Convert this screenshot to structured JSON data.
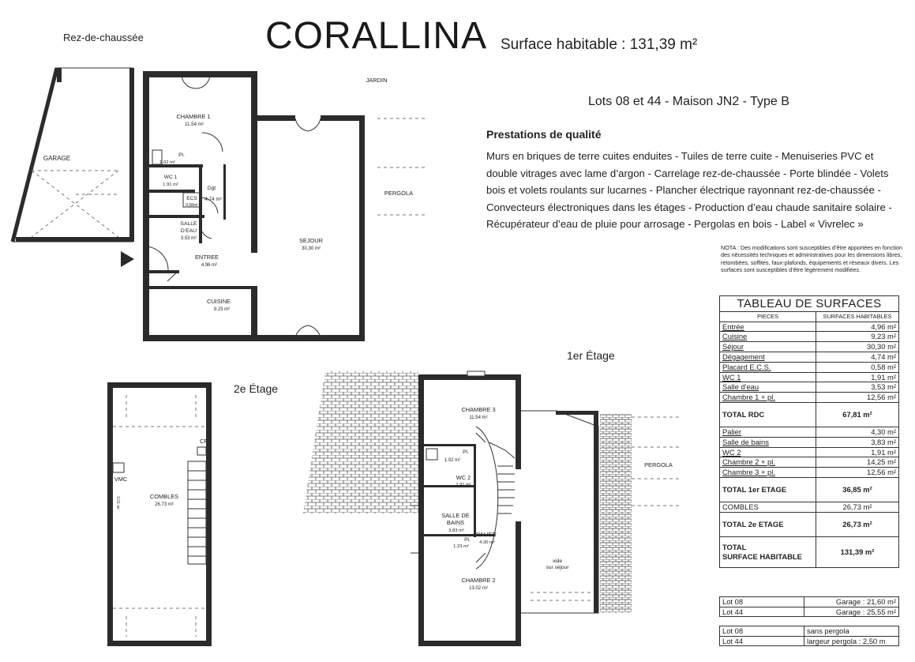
{
  "header": {
    "title": "CORALLINA",
    "surface": "Surface habitable : 131,39 m²",
    "lots": "Lots 08 et 44 - Maison JN2 - Type B"
  },
  "prestations": {
    "title": "Prestations de qualité",
    "text": "Murs en briques de terre cuites enduites - Tuiles de terre cuite - Menuiseries PVC et double vitrages avec lame d’argon - Carrelage rez-de-chaussée - Porte blindée - Volets bois et volets roulants sur lucarnes - Plancher électrique rayonnant rez-de-chaussée - Convecteurs électroniques dans les étages - Production d’eau chaude sanitaire solaire - Récupérateur d’eau de pluie pour arrosage - Pergolas en bois - Label « Vivrelec »"
  },
  "nota": "NOTA : Des modifications sont susceptibles d’être apportées en fonction des nécessités techniques et administratives pour les dimensions libres, retombées, soffites, faux-plafonds, équipements et réseaux divers. Les surfaces sont susceptibles d’être légèrement modifiées.",
  "levels": {
    "rdc": "Rez-de-chaussée",
    "etage1": "1er Étage",
    "etage2": "2e Étage"
  },
  "rooms": {
    "garage": "GARAGE",
    "jardin": "JARDIN",
    "pergola_rdc": "PERGOLA",
    "chambre1": "CHAMBRE 1",
    "chambre1_s": "11.54 m²",
    "pl1": "Pl.",
    "pl1_s": "1.02 m²",
    "wc1": "WC 1",
    "wc1_s": "1.91 m²",
    "dgt": "Dgt",
    "dgt_s": "4.74 m²",
    "ecs": "ECS",
    "ecs_s": "0.58m²",
    "salle_eau_1": "SALLE",
    "salle_eau_2": "D'EAU",
    "salle_eau_s": "3.53 m²",
    "entree": "ENTREE",
    "entree_s": "4.96 m²",
    "cuisine": "CUISINE",
    "cuisine_s": "9.23 m²",
    "sejour": "SEJOUR",
    "sejour_s": "30.30 m²",
    "chambre3": "CHAMBRE 3",
    "chambre3_s": "11.54 m²",
    "pl3": "Pl.",
    "pl3_s": "1.02 m²",
    "wc2": "WC 2",
    "wc2_s": "1.91 m²",
    "sdb_1": "SALLE DE",
    "sdb_2": "BAINS",
    "sdb_s": "3.83 m²",
    "palier": "PALIER",
    "palier_s": "4.30 m²",
    "pl2": "Pl.",
    "pl2_s": "1.23 m²",
    "chambre2": "CHAMBRE 2",
    "chambre2_s": "13.02 m²",
    "pergola_e1": "PERGOLA",
    "vide_1": "vide",
    "vide_2": "sur séjour",
    "combles": "COMBLES",
    "combles_s": "26.73 m²",
    "cf": "CF",
    "vmc": "VMC"
  },
  "table": {
    "caption": "TABLEAU DE SURFACES",
    "col_pieces": "PIECES",
    "col_surfaces": "SURFACES HABITABLES",
    "rdc_rows": [
      {
        "name": "Entrée",
        "value": "4,96 m²"
      },
      {
        "name": "Cuisine",
        "value": "9,23 m²"
      },
      {
        "name": "Séjour",
        "value": "30,30 m²"
      },
      {
        "name": "Dégagement",
        "value": "4,74 m²"
      },
      {
        "name": "Placard E.C.S.",
        "value": "0,58 m²"
      },
      {
        "name": "WC 1",
        "value": "1,91 m²"
      },
      {
        "name": "Salle d'eau",
        "value": "3,53 m²"
      },
      {
        "name": "Chambre 1 + pl.",
        "value": "12,56 m²"
      }
    ],
    "total_rdc": {
      "name": "TOTAL RDC",
      "value": "67,81 m²"
    },
    "e1_rows": [
      {
        "name": "Palier",
        "value": "4,30 m²"
      },
      {
        "name": "Salle de bains",
        "value": "3,83 m²"
      },
      {
        "name": "WC 2",
        "value": "1,91 m²"
      },
      {
        "name": "Chambre 2 + pl.",
        "value": "14,25 m²"
      },
      {
        "name": "Chambre 3 + pl.",
        "value": "12,56 m²"
      }
    ],
    "total_e1": {
      "name": "TOTAL 1er ETAGE",
      "value": "36,85 m²"
    },
    "combles": {
      "name": "COMBLES",
      "value": "26,73 m²"
    },
    "total_e2": {
      "name": "TOTAL 2e ETAGE",
      "value": "26,73 m²"
    },
    "total_1": "TOTAL",
    "total_2": "SURFACE HABITABLE",
    "total_value": "131,39 m²"
  },
  "garage_table": [
    {
      "lot": "Lot 08",
      "value": "Garage : 21,60 m²"
    },
    {
      "lot": "Lot 44",
      "value": "Garage : 25,55 m²"
    }
  ],
  "pergola_table": [
    {
      "lot": "Lot 08",
      "value": "sans pergola"
    },
    {
      "lot": "Lot 44",
      "value": "largeur pergola : 2,50 m"
    }
  ]
}
